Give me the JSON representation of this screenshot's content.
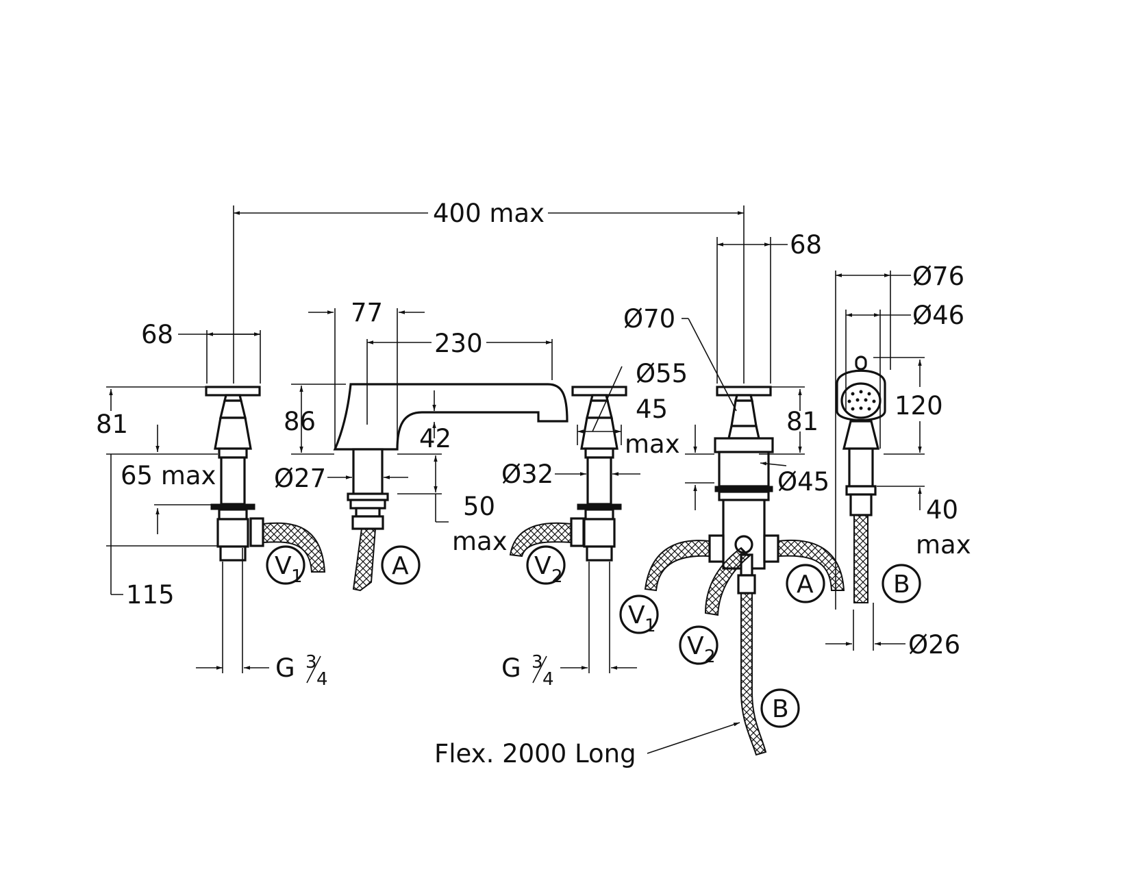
{
  "dimensions": {
    "width_total": "400 max",
    "handle_width_left": "68",
    "handle_width_right": "68",
    "height_left": "81",
    "below_deck_left": "65 max",
    "length_left": "115",
    "spout_reach_77": "77",
    "spout_length": "230",
    "spout_height": "86",
    "spout_drop": "42",
    "spout_shank_dia": "Ø27",
    "spout_shank_length": "50",
    "spout_shank_length_max": "max",
    "thread_left": "G",
    "thread_right": "G",
    "fraction_num": "3",
    "fraction_den": "4",
    "valve_dia_55": "Ø55",
    "valve_45": "45",
    "valve_45_max": "max",
    "valve_shank_dia": "Ø32",
    "diverter_dia_70": "Ø70",
    "diverter_height": "81",
    "diverter_dia_45": "Ø45",
    "shower_dia_76": "Ø76",
    "shower_dia_46": "Ø46",
    "shower_height": "120",
    "shower_40": "40",
    "shower_40_max": "max",
    "hose_dia": "Ø26",
    "flex_note": "Flex. 2000 Long"
  },
  "callouts": {
    "v": "V",
    "sub1": "1",
    "sub2": "2",
    "a": "A",
    "b": "B"
  },
  "colors": {
    "line": "#111111",
    "background": "#ffffff"
  }
}
